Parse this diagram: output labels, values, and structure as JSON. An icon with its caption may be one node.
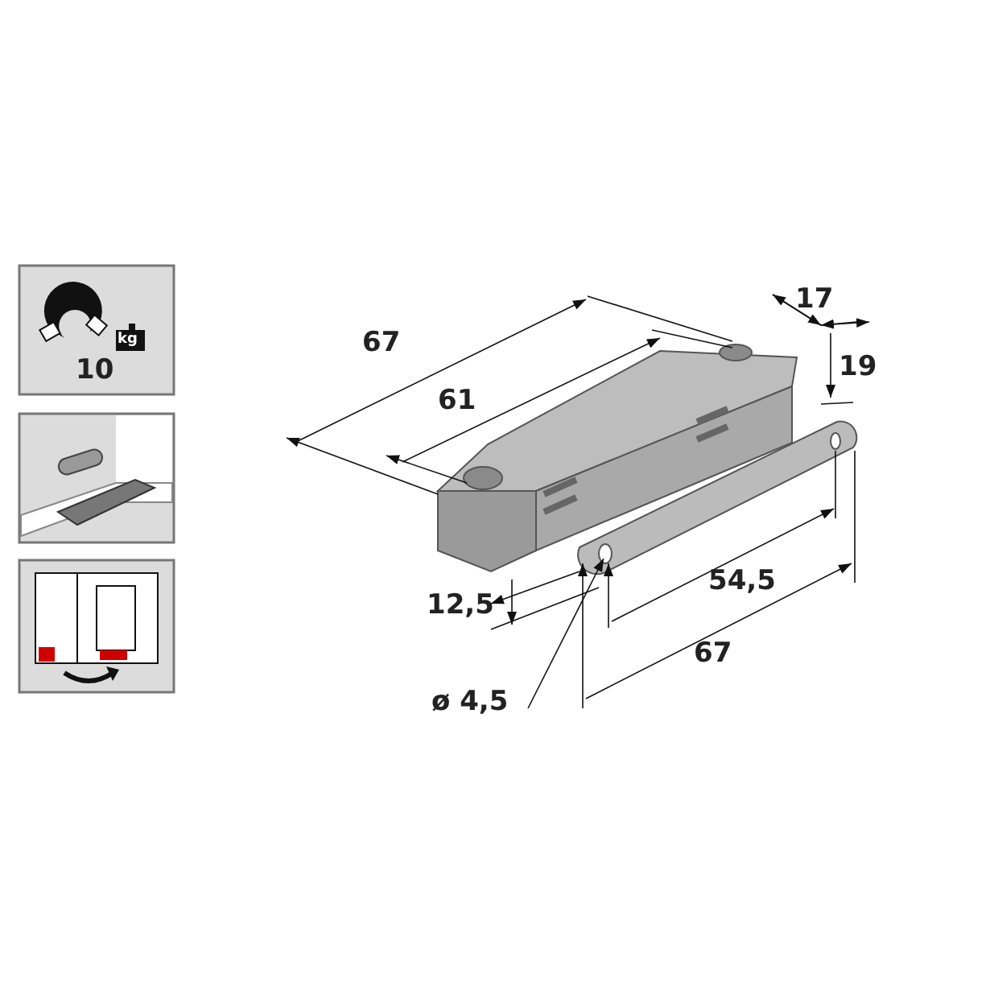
{
  "diagram": {
    "labels": [
      "kg",
      "10",
      "67",
      "17",
      "61",
      "19",
      "12,5",
      "54,5",
      "ø 4,5",
      "67"
    ]
  }
}
